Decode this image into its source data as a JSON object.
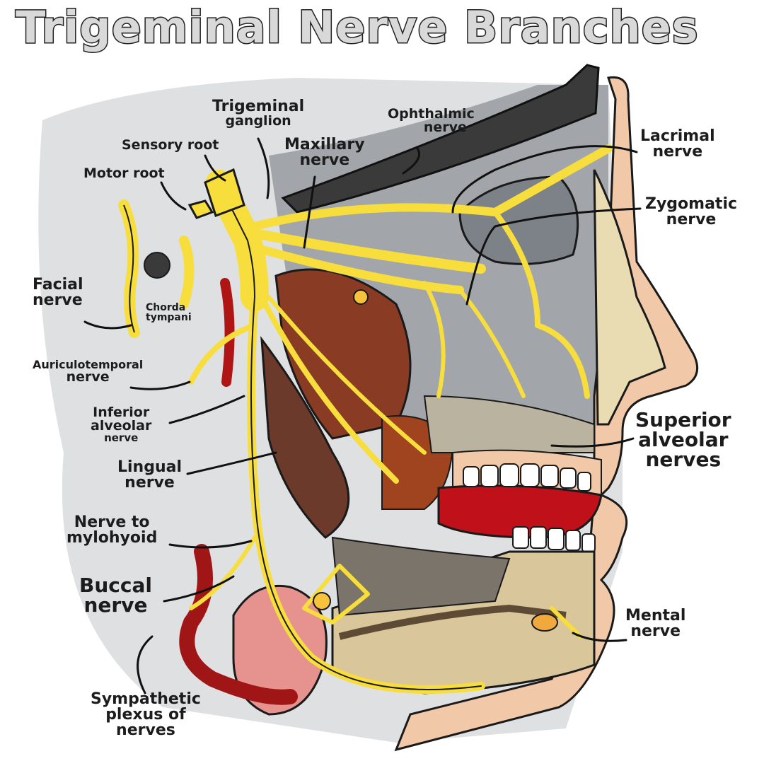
{
  "title": "Trigeminal Nerve Branches",
  "labels": {
    "trigeminal_ganglion": [
      "Trigeminal",
      "ganglion"
    ],
    "ophthalmic_nerve": [
      "Ophthalmic",
      "nerve"
    ],
    "sensory_root": "Sensory root",
    "maxillary_nerve": [
      "Maxillary",
      "nerve"
    ],
    "motor_root": "Motor root",
    "lacrimal_nerve": [
      "Lacrimal",
      "nerve"
    ],
    "zygomatic_nerve": [
      "Zygomatic",
      "nerve"
    ],
    "facial_nerve": [
      "Facial",
      "nerve"
    ],
    "chorda_tympani": [
      "Chorda",
      "tympani"
    ],
    "auriculotemporal_nerve": [
      "Auriculotemporal",
      "nerve"
    ],
    "inferior_alveolar_nerve": [
      "Inferior",
      "alveolar",
      "nerve"
    ],
    "superior_alveolar_nerves": [
      "Superior",
      "alveolar",
      "nerves"
    ],
    "lingual_nerve": [
      "Lingual",
      "nerve"
    ],
    "nerve_to_mylohyoid": [
      "Nerve to",
      "mylohyoid"
    ],
    "buccal_nerve": [
      "Buccal",
      "nerve"
    ],
    "mental_nerve": [
      "Mental",
      "nerve"
    ],
    "sympathetic_plexus": [
      "Sympathetic",
      "plexus of",
      "nerves"
    ]
  },
  "colors": {
    "nerve": "#f7de3c",
    "outline": "#1a1a1a",
    "skin": "#f2c9a8",
    "lip": "#c0101a",
    "bone": "#e9dcb3",
    "muscle": "#8a3b24",
    "shadow": "#9a9ea3"
  }
}
